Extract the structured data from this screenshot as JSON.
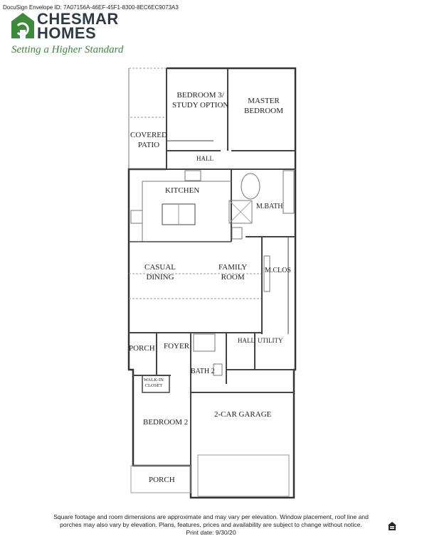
{
  "header": {
    "envelope_id": "DocuSign Envelope ID: 7A07156A-46EF-45F1-8300-8EC6EC9073A3",
    "brand_line1": "CHESMAR",
    "brand_line2": "HOMES",
    "tagline": "Setting a Higher Standard",
    "brand_color": "#2d3a46",
    "logo_color": "#3d8a3a"
  },
  "rooms": {
    "bedroom3_l1": "BEDROOM 3/",
    "bedroom3_l2": "STUDY OPTION",
    "master_l1": "MASTER",
    "master_l2": "BEDROOM",
    "covered_l1": "COVERED",
    "covered_l2": "PATIO",
    "hall_top": "HALL",
    "kitchen": "KITCHEN",
    "mbath": "M.BATH",
    "casual_l1": "CASUAL",
    "casual_l2": "DINING",
    "family_l1": "FAMILY",
    "family_l2": "ROOM",
    "mclos": "M.CLOS",
    "porch_front": "PORCH",
    "foyer": "FOYER",
    "hall_mid": "HALL",
    "utility": "UTILITY",
    "bath2": "BATH 2",
    "walkin_l1": "WALK-IN",
    "walkin_l2": "CLOSET",
    "bedroom2": "BEDROOM 2",
    "garage": "2-CAR GARAGE",
    "porch_bottom": "PORCH"
  },
  "footer": {
    "line1": "Square footage and room dimensions are approximate and may vary per elevation.  Window placement, roof line and",
    "line2": "porches may also vary by elevation.  Plans, features, prices and availability are subject to change without notice.",
    "line3": "Print date: 9/30/20"
  }
}
